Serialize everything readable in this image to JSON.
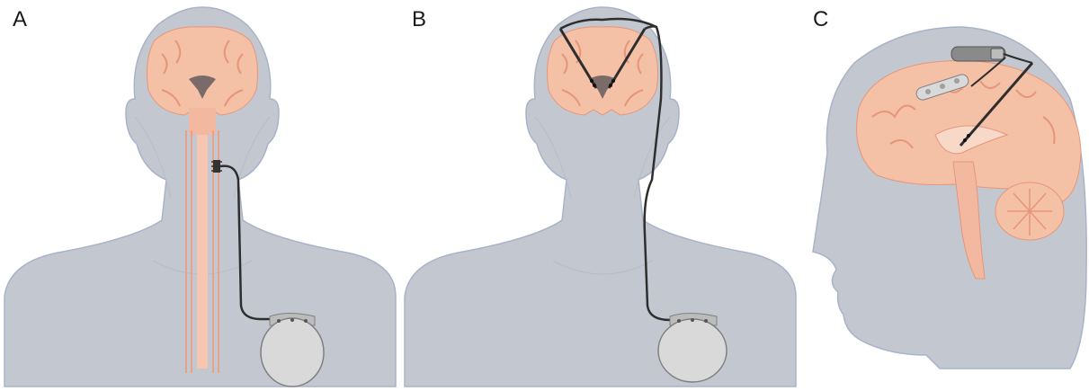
{
  "figure": {
    "panels": [
      {
        "label": "A",
        "depicts": "vagus-nerve-stimulator"
      },
      {
        "label": "B",
        "depicts": "deep-brain-stimulator"
      },
      {
        "label": "C",
        "depicts": "responsive-neurostimulator"
      }
    ]
  },
  "colors": {
    "body": "#c3c8d0",
    "body_outline": "#a9b2c9",
    "brain": "#f4c0a6",
    "brain_fold": "#e7957a",
    "spinal_cord": "#f2b8a0",
    "lead_wire": "#2e2e2e",
    "stimulator": "#d9d9d9",
    "stimulator_outline": "#7f7f7f"
  },
  "icons": {
    "pulse_generator": "pulse-generator-icon",
    "electrode": "electrode-icon"
  }
}
